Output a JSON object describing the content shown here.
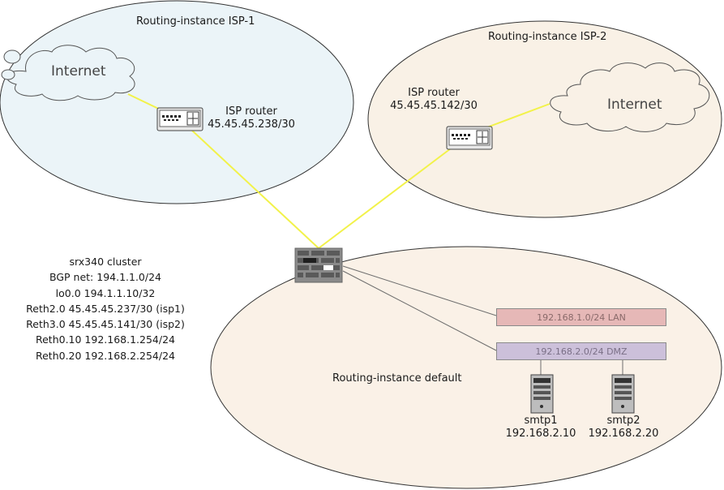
{
  "zones": {
    "isp1_label": "Routing-instance ISP-1",
    "isp2_label": "Routing-instance ISP-2",
    "default_label": "Routing-instance default"
  },
  "clouds": {
    "left": "Internet",
    "right": "Internet"
  },
  "routers": {
    "isp1": {
      "name": "ISP router",
      "ip": "45.45.45.238/30"
    },
    "isp2": {
      "name": "ISP router",
      "ip": "45.45.45.142/30"
    }
  },
  "firewall_info": {
    "lines": [
      "srx340 cluster",
      "BGP net:  194.1.1.0/24",
      "lo0.0 194.1.1.10/32",
      "Reth2.0 45.45.45.237/30 (isp1)",
      "Reth3.0 45.45.45.141/30 (isp2)",
      "Reth0.10 192.168.1.254/24",
      "Reth0.20 192.168.2.254/24"
    ]
  },
  "subnets": {
    "lan": {
      "label": "192.168.1.0/24 LAN",
      "color": "#e6b8b7",
      "text_color": "#8a6a6a"
    },
    "dmz": {
      "label": "192.168.2.0/24 DMZ",
      "color": "#ccc0da",
      "text_color": "#7a6f86"
    }
  },
  "servers": {
    "smtp1": {
      "name": "smtp1",
      "ip": "192.168.2.10"
    },
    "smtp2": {
      "name": "smtp2",
      "ip": "192.168.2.20"
    }
  },
  "colors": {
    "isp1_fill": "#ebf4f8",
    "isp2_fill": "#f9f1e6",
    "default_fill": "#faf1e7",
    "link_yellow": "#f2f24a",
    "link_gray": "#6d6d6d"
  }
}
